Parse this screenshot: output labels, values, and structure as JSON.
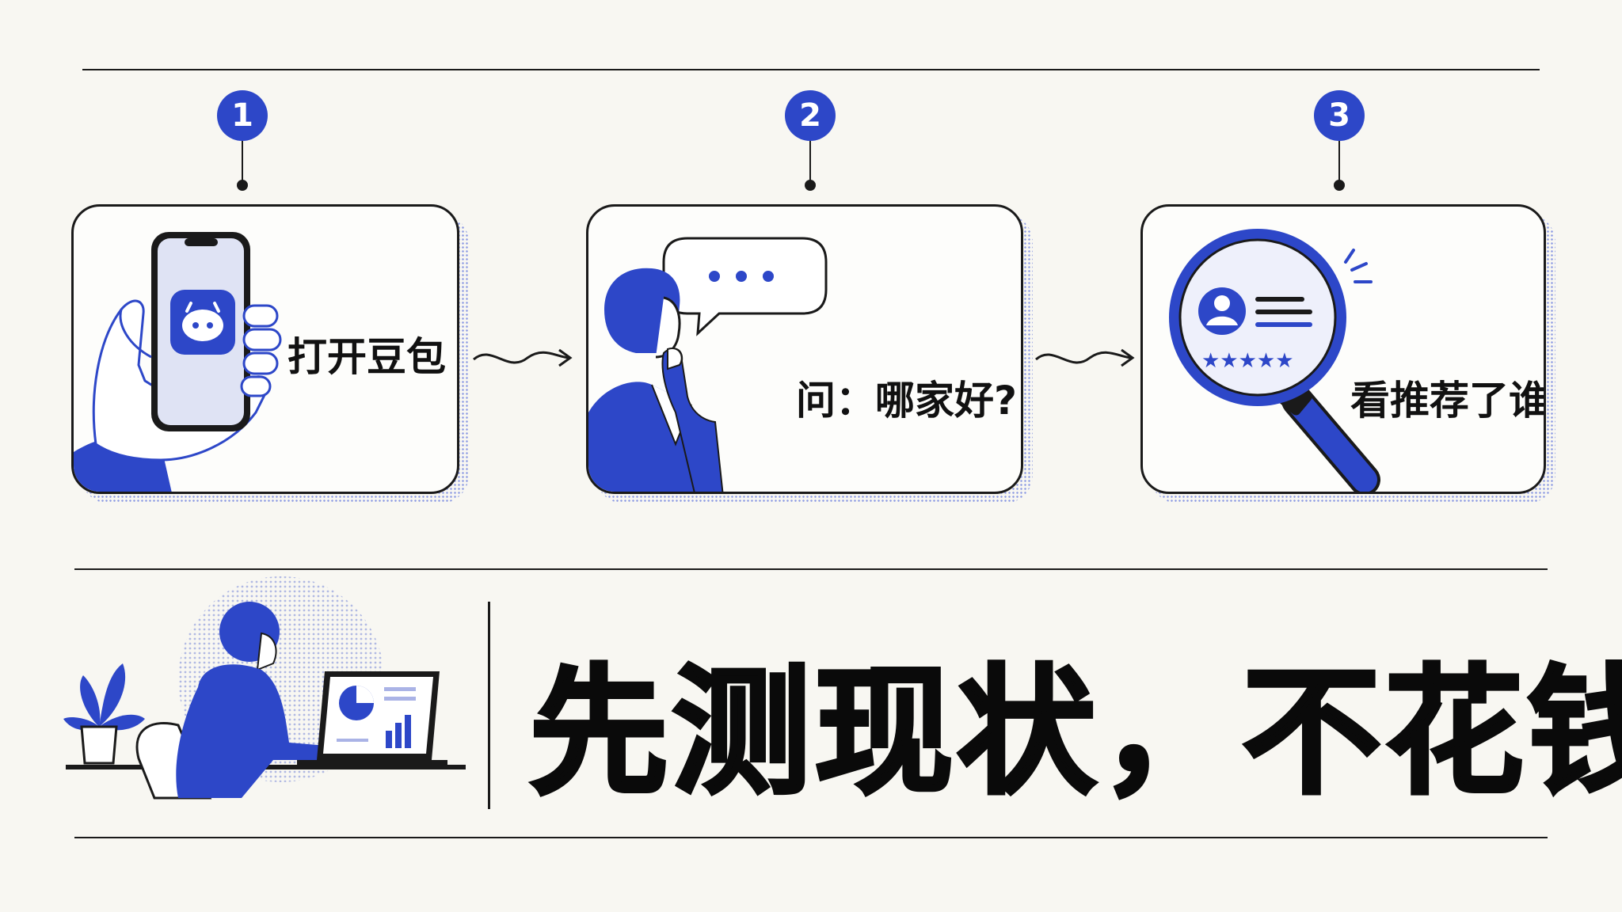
{
  "steps": [
    {
      "number": "1",
      "label": "打开豆包",
      "icon": "phone-app-icon"
    },
    {
      "number": "2",
      "label": "问：哪家好?",
      "icon": "thinking-person-icon"
    },
    {
      "number": "3",
      "label": "看推荐了谁",
      "icon": "magnifier-review-icon"
    }
  ],
  "slogan": "先测现状，不花钱",
  "colors": {
    "accent": "#2d47c8",
    "ink": "#1a1a1a",
    "background": "#f8f7f2"
  }
}
